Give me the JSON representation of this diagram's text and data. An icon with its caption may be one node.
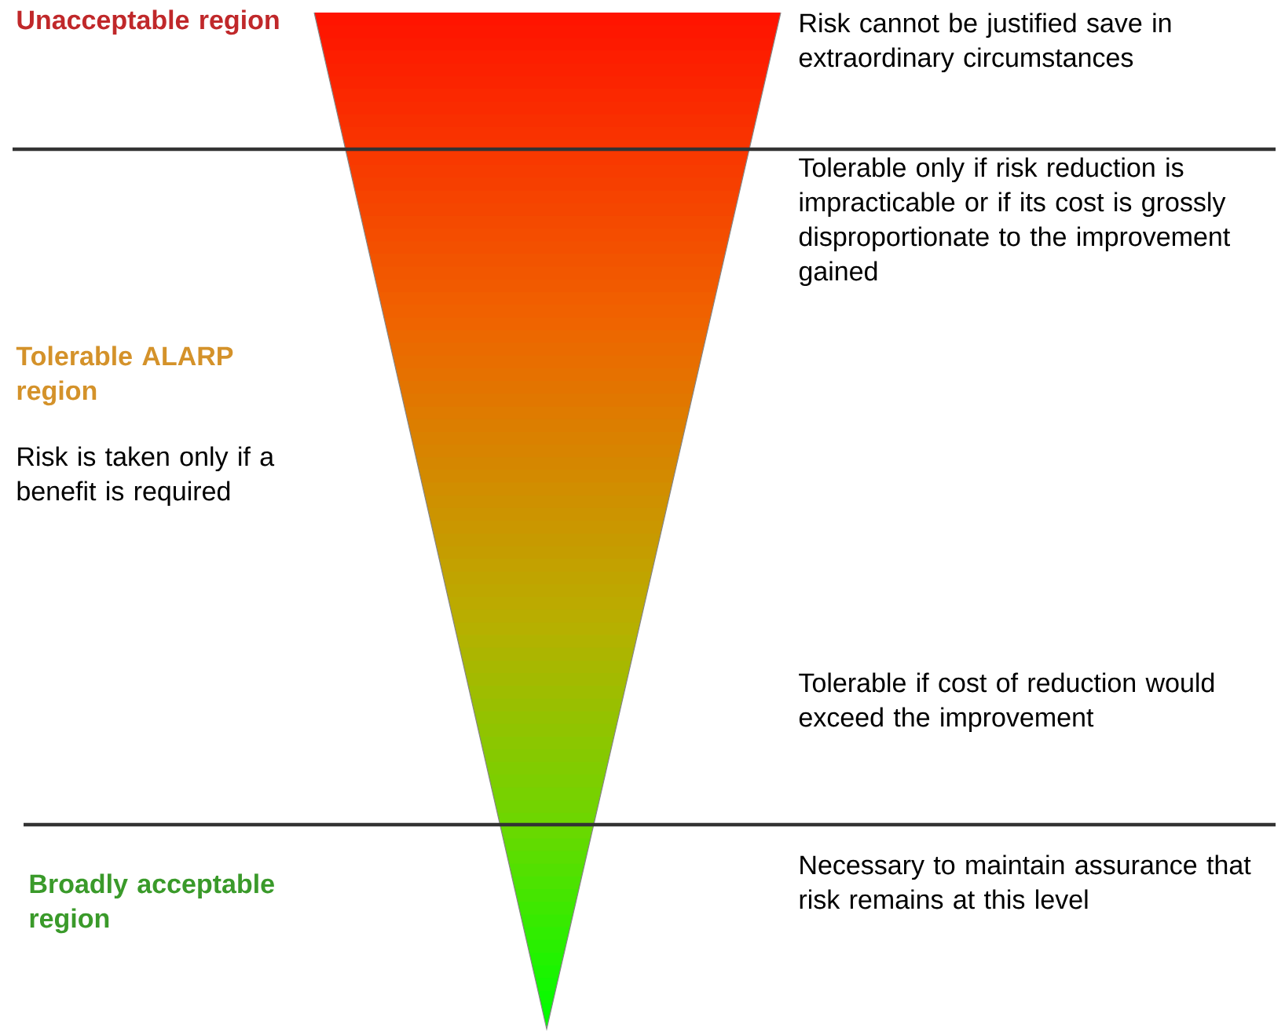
{
  "diagram": {
    "labels": [
      "Unacceptable region",
      "Risk cannot be justified save in extraordinary circumstances",
      "Tolerable only if risk reduction is impracticable or if its cost is grossly disproportionate to the improvement gained",
      "Tolerable ALARP region",
      "Risk is taken only if a benefit is required",
      "Tolerable if cost of reduction would exceed the improvement",
      "Broadly acceptable region",
      "Necessary to maintain assurance that risk remains at this level"
    ]
  }
}
